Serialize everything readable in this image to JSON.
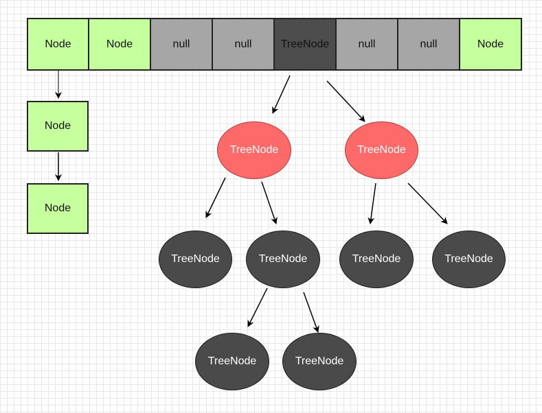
{
  "table": {
    "cells": [
      {
        "label": "Node",
        "kind": "green"
      },
      {
        "label": "Node",
        "kind": "green"
      },
      {
        "label": "null",
        "kind": "grey"
      },
      {
        "label": "null",
        "kind": "grey"
      },
      {
        "label": "TreeNode",
        "kind": "dark"
      },
      {
        "label": "null",
        "kind": "grey"
      },
      {
        "label": "null",
        "kind": "grey"
      },
      {
        "label": "Node",
        "kind": "green"
      }
    ]
  },
  "linked_list": {
    "nodes": [
      "Node",
      "Node"
    ]
  },
  "tree": {
    "red_nodes": [
      "TreeNode",
      "TreeNode"
    ],
    "black_nodes": [
      "TreeNode",
      "TreeNode",
      "TreeNode",
      "TreeNode",
      "TreeNode",
      "TreeNode"
    ]
  },
  "colors": {
    "node_green": "#c6ff9e",
    "null_grey": "#a6a6a6",
    "bin_dark": "#4d4d4d",
    "tree_red": "#fe6a6a",
    "tree_black": "#4a4a4a"
  }
}
